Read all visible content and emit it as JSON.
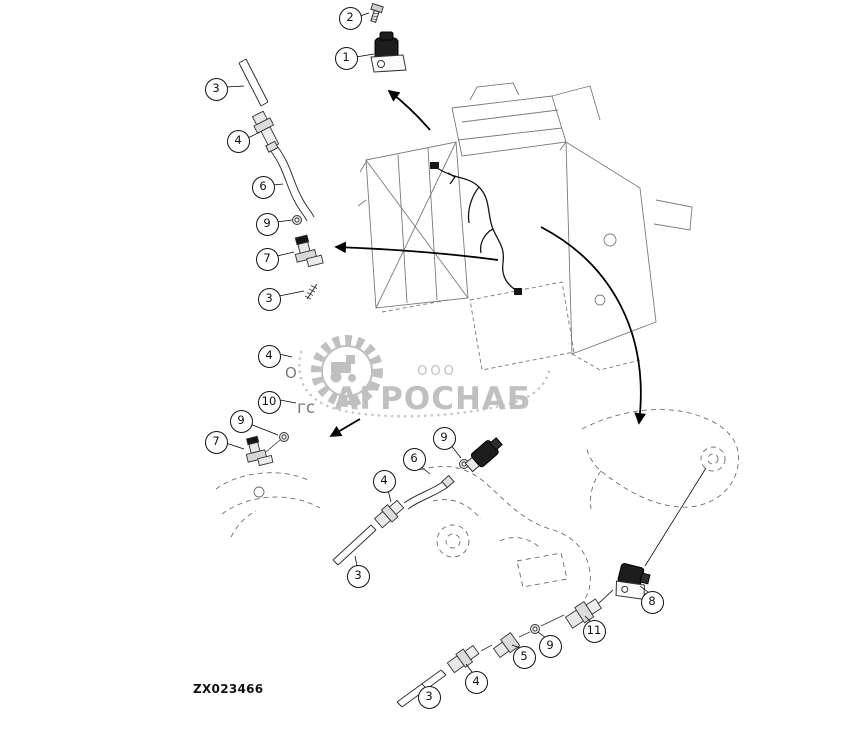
{
  "diagram": {
    "drawing_id": "ZX023466",
    "callouts": [
      {
        "label": "2"
      },
      {
        "label": "1"
      },
      {
        "label": "3"
      },
      {
        "label": "4"
      },
      {
        "label": "6"
      },
      {
        "label": "9"
      },
      {
        "label": "7"
      },
      {
        "label": "3"
      },
      {
        "label": "4"
      },
      {
        "label": "10"
      },
      {
        "label": "9"
      },
      {
        "label": "7"
      },
      {
        "label": "9"
      },
      {
        "label": "6"
      },
      {
        "label": "4"
      },
      {
        "label": "3"
      },
      {
        "label": "8"
      },
      {
        "label": "11"
      },
      {
        "label": "9"
      },
      {
        "label": "5"
      },
      {
        "label": "4"
      },
      {
        "label": "3"
      }
    ]
  },
  "watermark": {
    "prefix": "ООО",
    "name": "АГРОСНАБ",
    "fragment_1": "О",
    "fragment_2": "гс",
    "color": "#8d8d8d"
  }
}
